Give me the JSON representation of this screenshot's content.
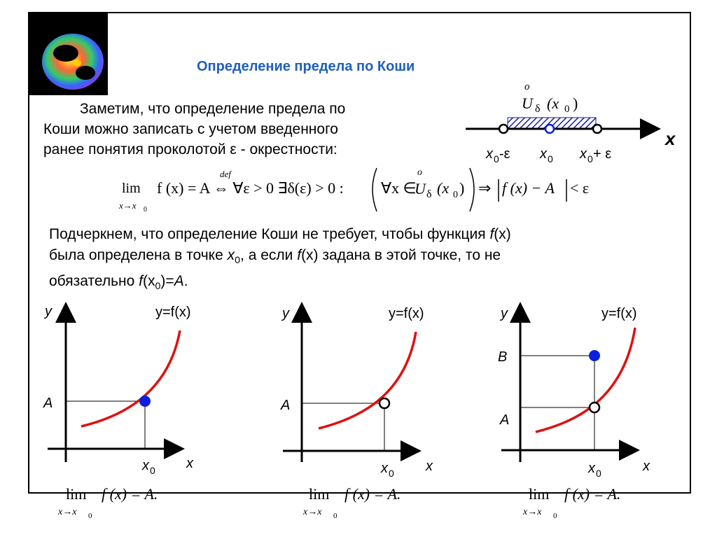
{
  "title": "Определение предела по Коши",
  "paragraph1": {
    "line1": "Заметим, что определение предела по",
    "line2": "Коши можно записать с учетом введенного",
    "line3": "ранее понятия проколотой ε - окрестности:"
  },
  "neighborhood": {
    "label_o": "o",
    "label_U": "U",
    "label_delta": "δ",
    "label_arg": "(x",
    "label_sub0": "0",
    "label_close": ")",
    "axis_label": "x",
    "left_x": "x",
    "left_sub": "0",
    "left_tail": " -ε",
    "mid_x": "x",
    "mid_sub": "0",
    "right_x": "x",
    "right_sub": "0",
    "right_tail": "+ ε"
  },
  "formula": {
    "lim": "lim",
    "lim_sub": "x→x",
    "lim_sub0": "0",
    "def": "def",
    "part1": "f (x) = A ⇔ ∀ε > 0  ∃δ(ε) > 0 :",
    "part2": "∀x ∈",
    "o": "o",
    "U": "U",
    "delta": "δ",
    "part3": "(x",
    "part3_sub": "0",
    "part3_close": ")",
    "part4": "⇒",
    "part5": "f (x) − A",
    "part6": "< ε"
  },
  "paragraph2": {
    "t1": "Подчеркнем, что определение Коши не требует, чтобы функция  ",
    "f1": "f",
    "x1": "(x)",
    "t2": "была определена в точке ",
    "x2": "x",
    "x2sub": "0",
    "t3": ", а если ",
    "f3": "f",
    "x3": "(x)",
    "t4": " задана в этой точке, то не",
    "t5": "обязательно ",
    "f5": "f",
    "x5": "(x",
    "x5sub": "0",
    "x5close": ")",
    "eq": "=",
    "A5": "A",
    "dot": "."
  },
  "graphs": [
    {
      "y_label": "y",
      "func_label": "y=f(x)",
      "A_label": "A",
      "x0": "x",
      "x0sub": "0",
      "x_label": "x",
      "limit": "lim",
      "limit_expr": "f (x) = A.",
      "limit_sub": "x→x",
      "limit_sub0": "0"
    },
    {
      "y_label": "y",
      "func_label": "y=f(x)",
      "A_label": "A",
      "x0": "x",
      "x0sub": "0",
      "x_label": "x",
      "limit": "lim",
      "limit_expr": "f (x) = A.",
      "limit_sub": "x→x",
      "limit_sub0": "0"
    },
    {
      "y_label": "y",
      "func_label": "y=f(x)",
      "A_label": "A",
      "B_label": "B",
      "x0": "x",
      "x0sub": "0",
      "x_label": "x",
      "limit": "lim",
      "limit_expr": "f (x) = A.",
      "limit_sub": "x→x",
      "limit_sub0": "0"
    }
  ],
  "colors": {
    "title": "#1f5fbf",
    "curve": "#e01010",
    "filled_point": "#0a1fe0",
    "hatch": "#1a1aa0"
  }
}
